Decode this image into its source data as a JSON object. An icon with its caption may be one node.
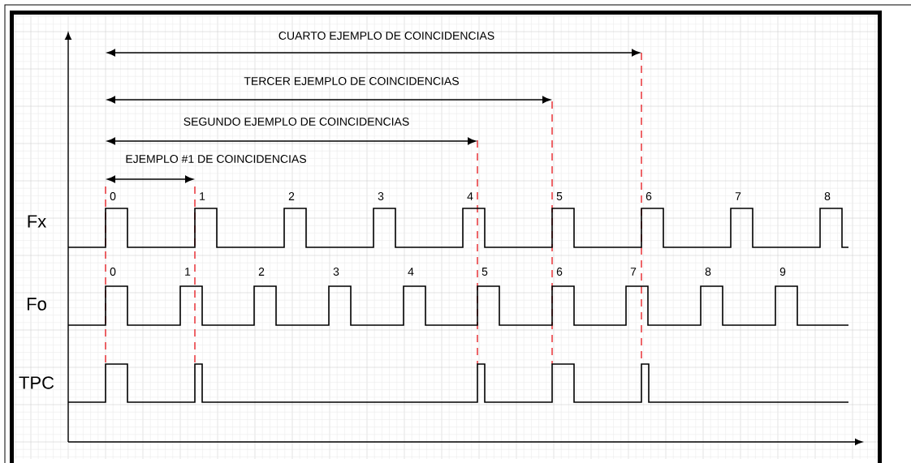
{
  "diagram": {
    "labels": [
      "CUARTO EJEMPLO DE COINCIDENCIAS",
      "TERCER EJEMPLO DE COINCIDENCIAS",
      "SEGUNDO EJEMPLO DE COINCIDENCIAS",
      "EJEMPLO #1 DE COINCIDENCIAS",
      "0",
      "1",
      "2",
      "3",
      "4",
      "5",
      "6",
      "7",
      "8",
      "Fx",
      "0",
      "1",
      "2",
      "3",
      "4",
      "5",
      "6",
      "7",
      "8",
      "9",
      "Fo",
      "TPC"
    ]
  }
}
